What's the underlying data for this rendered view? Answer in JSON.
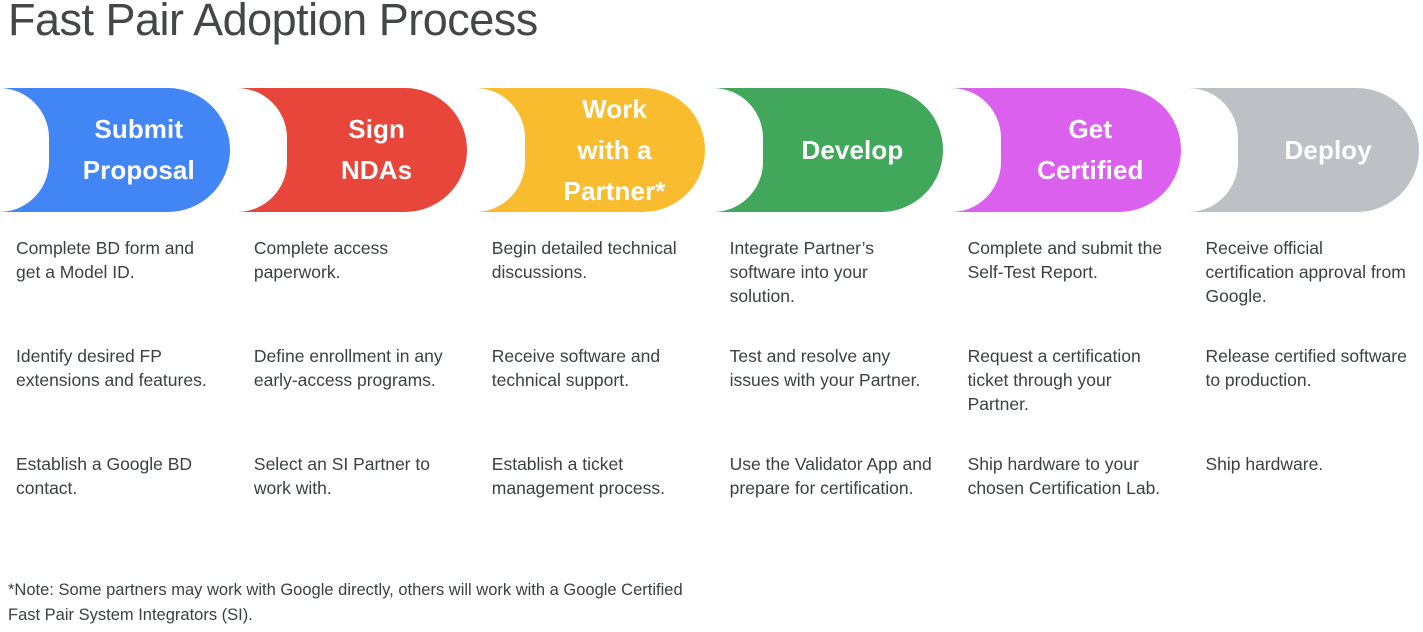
{
  "header": {
    "title": "Fast Pair Adoption Process"
  },
  "stages": [
    {
      "name": "submit-proposal",
      "label": "Submit\nProposal",
      "color": "#4285F4",
      "details": [
        "Complete BD form and get a Model ID.",
        "Identify desired FP extensions and features.",
        "Establish a Google BD contact."
      ]
    },
    {
      "name": "sign-ndas",
      "label": "Sign\nNDAs",
      "color": "#E8463A",
      "details": [
        "Complete access paperwork.",
        "Define enrollment in any early-access programs.",
        "Select an SI Partner to work with."
      ]
    },
    {
      "name": "work-with-a-partner",
      "label": "Work\nwith a\nPartner*",
      "color": "#FABC2F",
      "details": [
        "Begin detailed technical discussions.",
        "Receive software and technical support.",
        "Establish a ticket management process."
      ]
    },
    {
      "name": "develop",
      "label": "Develop",
      "color": "#41A85B",
      "details": [
        "Integrate Partner’s software into your solution.",
        "Test and resolve any issues with your Partner.",
        "Use the Validator App and prepare for certification."
      ]
    },
    {
      "name": "get-certified",
      "label": "Get\nCertified",
      "color": "#DC60EE",
      "details": [
        "Complete and submit the Self-Test Report.",
        "Request a certification ticket through your Partner.",
        "Ship hardware to your chosen Certification Lab."
      ]
    },
    {
      "name": "deploy",
      "label": "Deploy",
      "color": "#BDC1C6",
      "details": [
        "Receive official certification approval from Google.",
        "Release certified software to production.",
        "Ship hardware."
      ]
    }
  ],
  "footnote": {
    "text": "*Note: Some partners may work with Google directly, others will work with a Google Certified Fast Pair System Integrators (SI)."
  },
  "colors": {
    "title": "#444746",
    "body_text": "#3c4043",
    "banner_text": "#ffffff",
    "background": "#ffffff"
  }
}
